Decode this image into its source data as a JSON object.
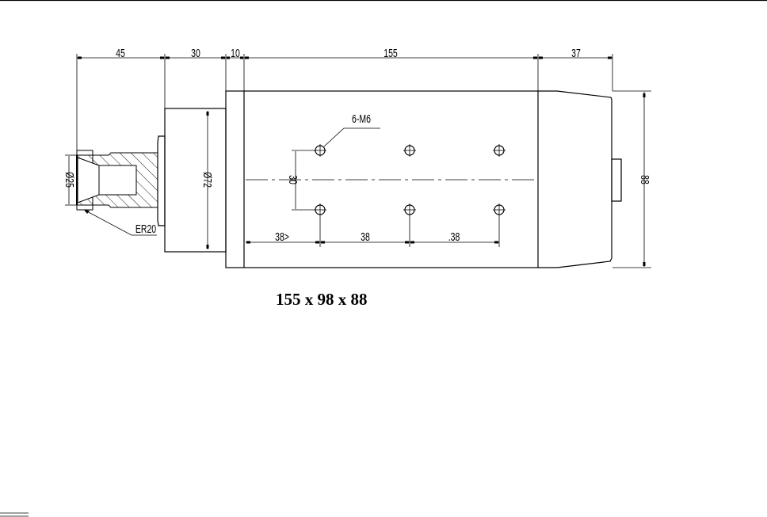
{
  "drawing": {
    "dimensions": {
      "collet_length": "45",
      "flange_length": "30",
      "step_length": "10",
      "body_length": "155",
      "cap_length": "37",
      "height": "88",
      "collet_diameter": "Ø25",
      "flange_diameter": "Ø72",
      "hole_spacing_vertical": "30",
      "hole_offset": "38>",
      "hole_pitch_1": "38",
      "hole_pitch_2": ".38"
    },
    "labels": {
      "holes": "6-M6",
      "collet": "ER20"
    },
    "caption": "155 x 98 x 88"
  }
}
